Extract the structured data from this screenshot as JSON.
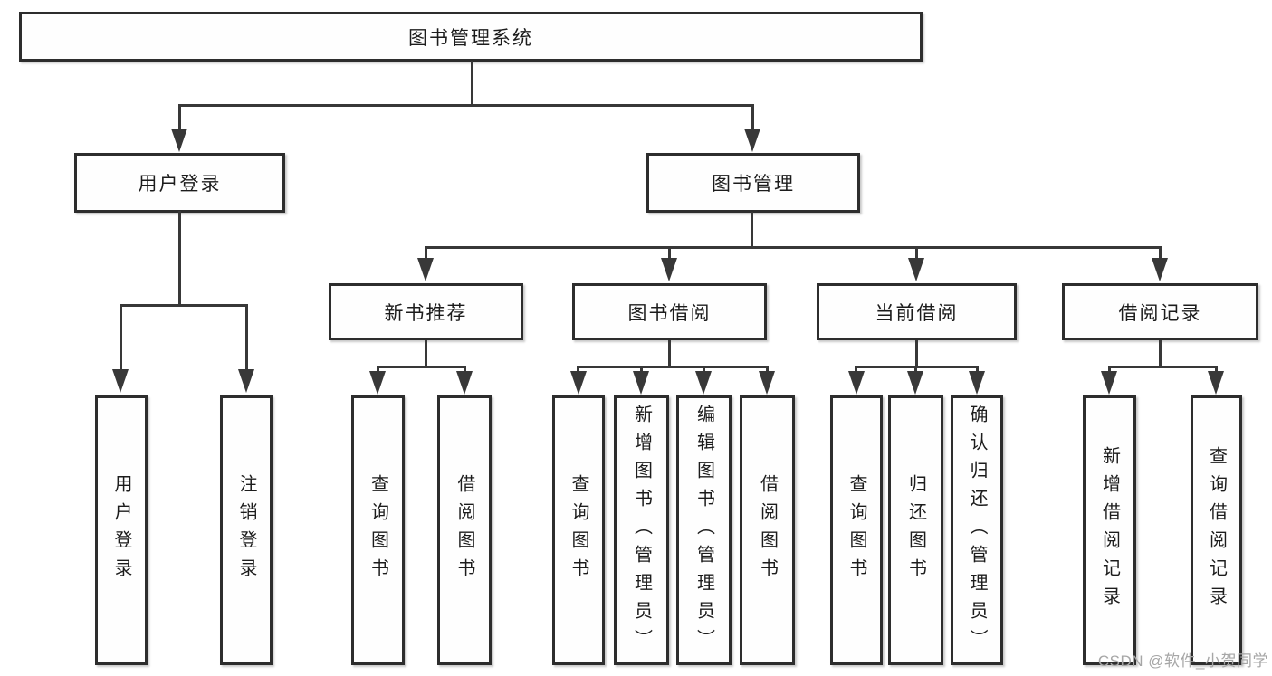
{
  "root": {
    "label": "图书管理系统"
  },
  "branches": {
    "user": {
      "label": "用户登录",
      "children": {
        "login": {
          "label": "用户登录"
        },
        "logout": {
          "label": "注销登录"
        }
      }
    },
    "book": {
      "label": "图书管理",
      "groups": {
        "recommend": {
          "label": "新书推荐",
          "children": {
            "query": {
              "label": "查询图书"
            },
            "borrow": {
              "label": "借阅图书"
            }
          }
        },
        "borrowing": {
          "label": "图书借阅",
          "children": {
            "query": {
              "label": "查询图书"
            },
            "add": {
              "label": "新增图书（管理员）"
            },
            "edit": {
              "label": "编辑图书（管理员）"
            },
            "borrow": {
              "label": "借阅图书"
            }
          }
        },
        "current": {
          "label": "当前借阅",
          "children": {
            "query": {
              "label": "查询图书"
            },
            "return": {
              "label": "归还图书"
            },
            "confirm": {
              "label": "确认归还（管理员）"
            }
          }
        },
        "records": {
          "label": "借阅记录",
          "children": {
            "add": {
              "label": "新增借阅记录"
            },
            "query": {
              "label": "查询借阅记录"
            }
          }
        }
      }
    }
  },
  "watermark": {
    "text": "CSDN @软件_小贺同学"
  },
  "colors": {
    "background": "#ffffff",
    "border": "#2d2d2d",
    "line": "#383838",
    "text": "#1c1c1c",
    "watermark": "#a6a6a6"
  }
}
